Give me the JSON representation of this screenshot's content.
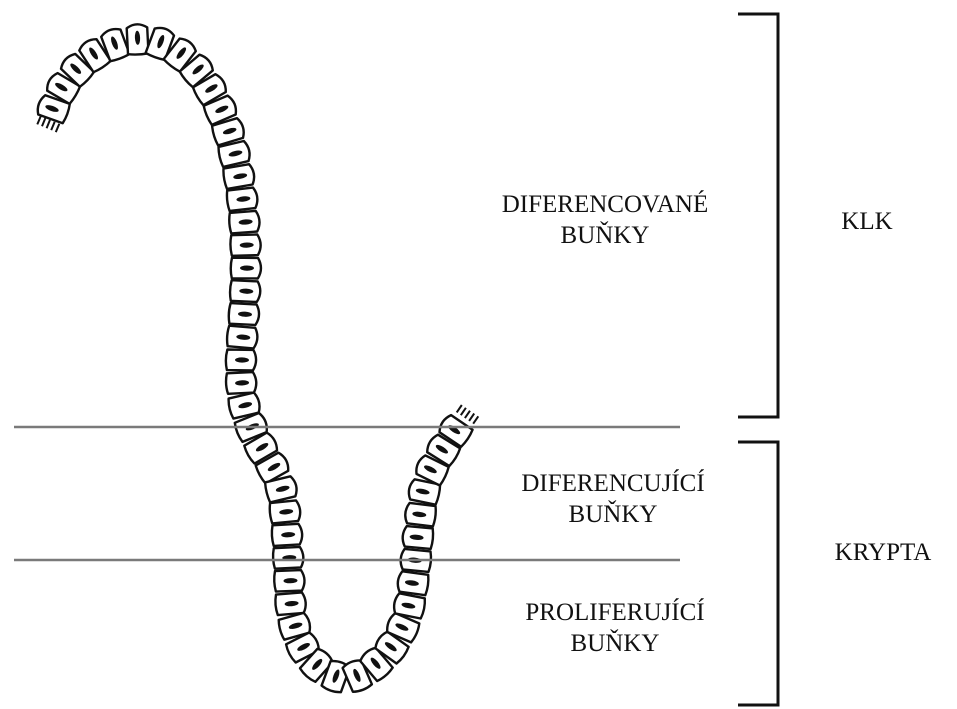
{
  "labels": {
    "differentiated": [
      "DIFERENCOVANÉ",
      "BUŇKY"
    ],
    "differentiating": [
      "DIFERENCUJÍCÍ",
      "BUŇKY"
    ],
    "proliferating": [
      "PROLIFERUJÍCÍ",
      "BUŇKY"
    ],
    "villus": "KLK",
    "crypt": "KRYPTA"
  },
  "colors": {
    "ink": "#111111",
    "cell_fill": "#ffffff",
    "boundary_line": "#7a7a7a"
  }
}
